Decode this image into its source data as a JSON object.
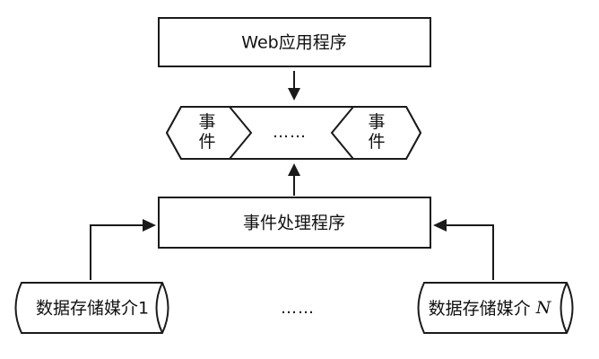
{
  "web_app": {
    "label": "Web应用程序"
  },
  "event_bar": {
    "left_event_char1": "事",
    "left_event_char2": "件",
    "ellipsis": "……",
    "right_event_char1": "事",
    "right_event_char2": "件"
  },
  "event_handler": {
    "label": "事件处理程序"
  },
  "storage": {
    "left_label": "数据存储媒介1",
    "ellipsis": "……",
    "right_label_prefix": "数据存储媒介",
    "right_label_n": "N"
  }
}
